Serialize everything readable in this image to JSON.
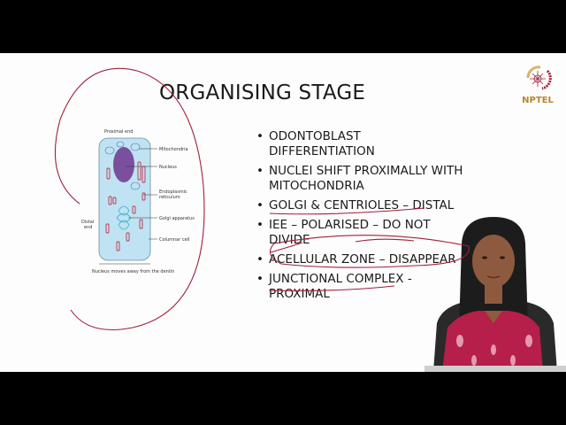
{
  "slide": {
    "title": "ORGANISING STAGE",
    "logo_text": "NPTEL",
    "bullets": [
      {
        "line1": "ODONTOBLAST",
        "line2": "DIFFERENTIATION"
      },
      {
        "line1": "NUCLEI SHIFT PROXIMALLY WITH",
        "line2": "MITOCHONDRIA"
      },
      {
        "line1": "GOLGI & CENTRIOLES – DISTAL",
        "line2": ""
      },
      {
        "line1": "IEE – POLARISED – DO NOT",
        "line2": "DIVIDE"
      },
      {
        "line1": "ACELLULAR ZONE – DISAPPEAR",
        "line2": ""
      },
      {
        "line1": "JUNCTIONAL COMPLEX -",
        "line2": "PROXIMAL"
      }
    ]
  },
  "diagram": {
    "labels": {
      "proximal_end": "Proximal end",
      "mitochondria": "Mitochondria",
      "nucleus": "Nucleus",
      "er_line1": "Endoplasmic",
      "er_line2": "reticulum",
      "golgi": "Golgi apparatus",
      "distal_line1": "Distal",
      "distal_line2": "end",
      "columnar": "Columnar cell",
      "caption": "Nucleus moves away from the dentin"
    }
  },
  "colors": {
    "annotation": "#a0203a",
    "cell_fill": "#bfe3f2",
    "nucleus": "#7a4f9e",
    "logo": "#b8862e"
  }
}
